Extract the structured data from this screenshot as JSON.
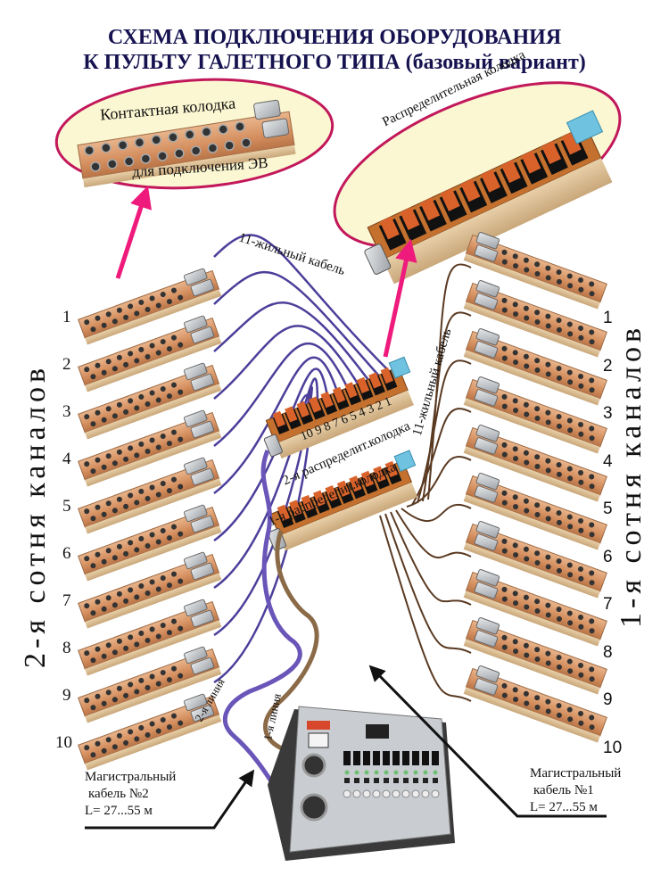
{
  "title": {
    "line1": "СХЕМА ПОДКЛЮЧЕНИЯ ОБОРУДОВАНИЯ",
    "line2": "К ПУЛЬТУ ГАЛЕТНОГО ТИПА (базовый вариант)"
  },
  "callouts": {
    "contact_block": {
      "line1": "Контактная  колодка",
      "line2": "для подключения ЭВ"
    },
    "distribution_block": {
      "label": "Распределительная колодка"
    }
  },
  "cables": {
    "left_bundle": "11-жильный кабель",
    "right_bundle": "11-жильный кабель",
    "line1": "1-я линия",
    "line2": "2-я линия"
  },
  "distributors": {
    "second": {
      "label": "2-я распределит.колодка",
      "port_numbers": "10 9 8 7 6 5 4 3 2 1"
    },
    "first": {
      "label": "1-я распределит.колодка"
    }
  },
  "groups": {
    "left": {
      "label": "2-я  сотня  каналов",
      "numbers": [
        "1",
        "2",
        "3",
        "4",
        "5",
        "6",
        "7",
        "8",
        "9",
        "10"
      ]
    },
    "right": {
      "label": "1-я  сотня  каналов",
      "numbers": [
        "1",
        "2",
        "3",
        "4",
        "5",
        "6",
        "7",
        "8",
        "9",
        "10"
      ]
    }
  },
  "trunk_cables": {
    "cable2": {
      "line1": "Магистральный",
      "line2": "кабель №2",
      "line3": "L= 27...55 м"
    },
    "cable1": {
      "line1": "Магистральный",
      "line2": "кабель №1",
      "line3": "L= 27...55 м"
    }
  },
  "colors": {
    "title": "#15124f",
    "callout_border": "#c2185b",
    "callout_fill": "#fbf7d2",
    "arrow_pink": "#ee1a7c",
    "cable_left": "#4b3f9a",
    "cable_right": "#5a3a22",
    "trunk_brown": "#8b6a48",
    "trunk_purple": "#6a55b8",
    "wood": "#d89a6c"
  }
}
